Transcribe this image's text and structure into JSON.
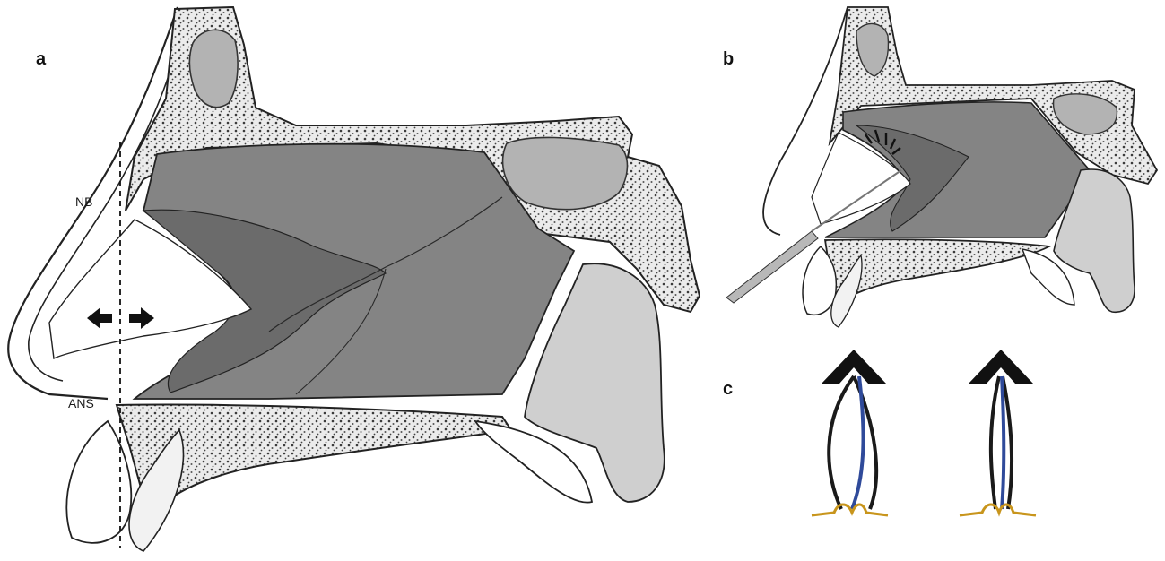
{
  "panels": [
    {
      "letter": "a",
      "labels": {
        "nasion_bone": "NB",
        "anterior_nasal_spine": "ANS"
      }
    },
    {
      "letter": "b"
    },
    {
      "letter": "c"
    }
  ],
  "colors": {
    "bone_fill": "#efefef",
    "sinus_fill": "#b3b3b3",
    "septum_fill": "#848484",
    "septum_dark": "#6b6b6b",
    "pharynx_fill": "#cfcfcf",
    "suture_black": "#1a1a1a",
    "suture_blue": "#2f4a9a",
    "suture_gold": "#c8951c"
  },
  "icons": [
    "double-headed-arrow-icon",
    "scalpel-icon",
    "arrow-icon"
  ]
}
